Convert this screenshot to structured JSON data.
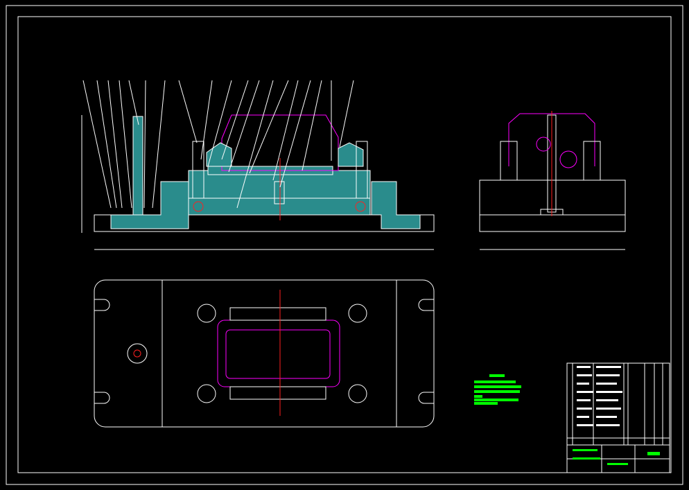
{
  "drawing": {
    "line_color": "#ffffff",
    "section_fill": "#2a8c8c",
    "part_color": "#ff00ff",
    "centerline_color": "#ff2020",
    "note_color": "#00ff00",
    "background": "#000000"
  },
  "views": [
    "front-section-view",
    "side-view",
    "top-view"
  ],
  "technical_notes": {
    "heading_shown_as_blocks": true,
    "line_count": 5
  },
  "title_block": {
    "rows": 14,
    "columns": 8
  }
}
